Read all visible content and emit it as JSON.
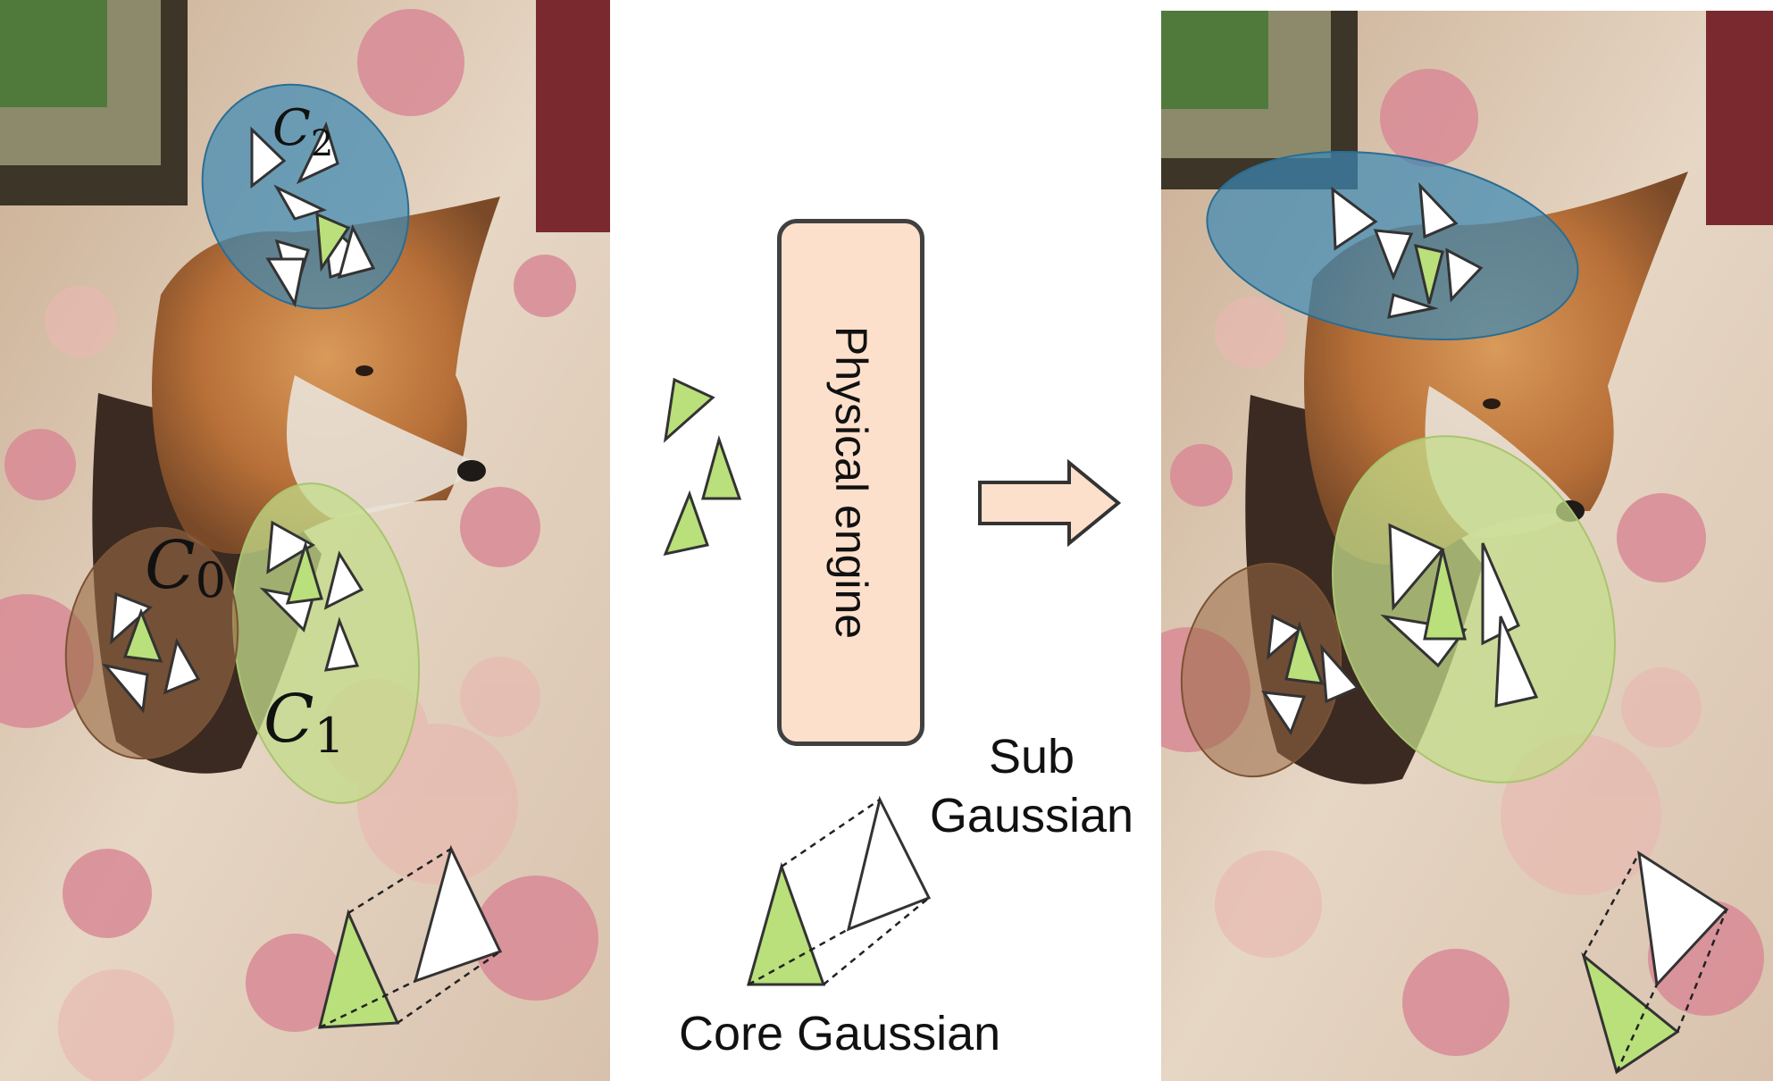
{
  "cluster_labels": {
    "c2": {
      "base": "C",
      "sub": "2"
    },
    "c0": {
      "base": "C",
      "sub": "0"
    },
    "c1": {
      "base": "C",
      "sub": "1"
    }
  },
  "engine": {
    "label": "Physical engine"
  },
  "legend": {
    "sub_line1": "Sub",
    "sub_line2": "Gaussian",
    "core": "Core Gaussian"
  },
  "colors": {
    "core_green": "#b9e07a",
    "cluster_blue": "#3a89b5",
    "cluster_green": "#c3dc8a",
    "cluster_brown": "#9a6a45",
    "engine_fill": "#fde0cc",
    "arrow_fill": "#fde0cc",
    "outline": "#333333"
  }
}
